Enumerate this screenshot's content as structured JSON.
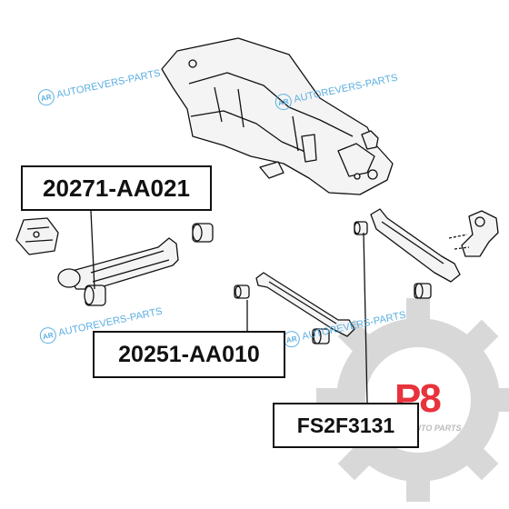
{
  "diagram": {
    "part_numbers": {
      "lateral_link_a": "20271-AA021",
      "lateral_link_b": "20251-AA010",
      "trailing_link": "FS2F3131"
    },
    "watermark": {
      "logo_letters": "AR",
      "text": "AUTOREVERS-PARTS",
      "accent_color": "#5aaee0"
    },
    "partner_watermark": {
      "brand": "P8",
      "subtext": "AUTO PARTS",
      "accent_color": "#e8323c",
      "gear_color": "#d8d8d8"
    }
  }
}
